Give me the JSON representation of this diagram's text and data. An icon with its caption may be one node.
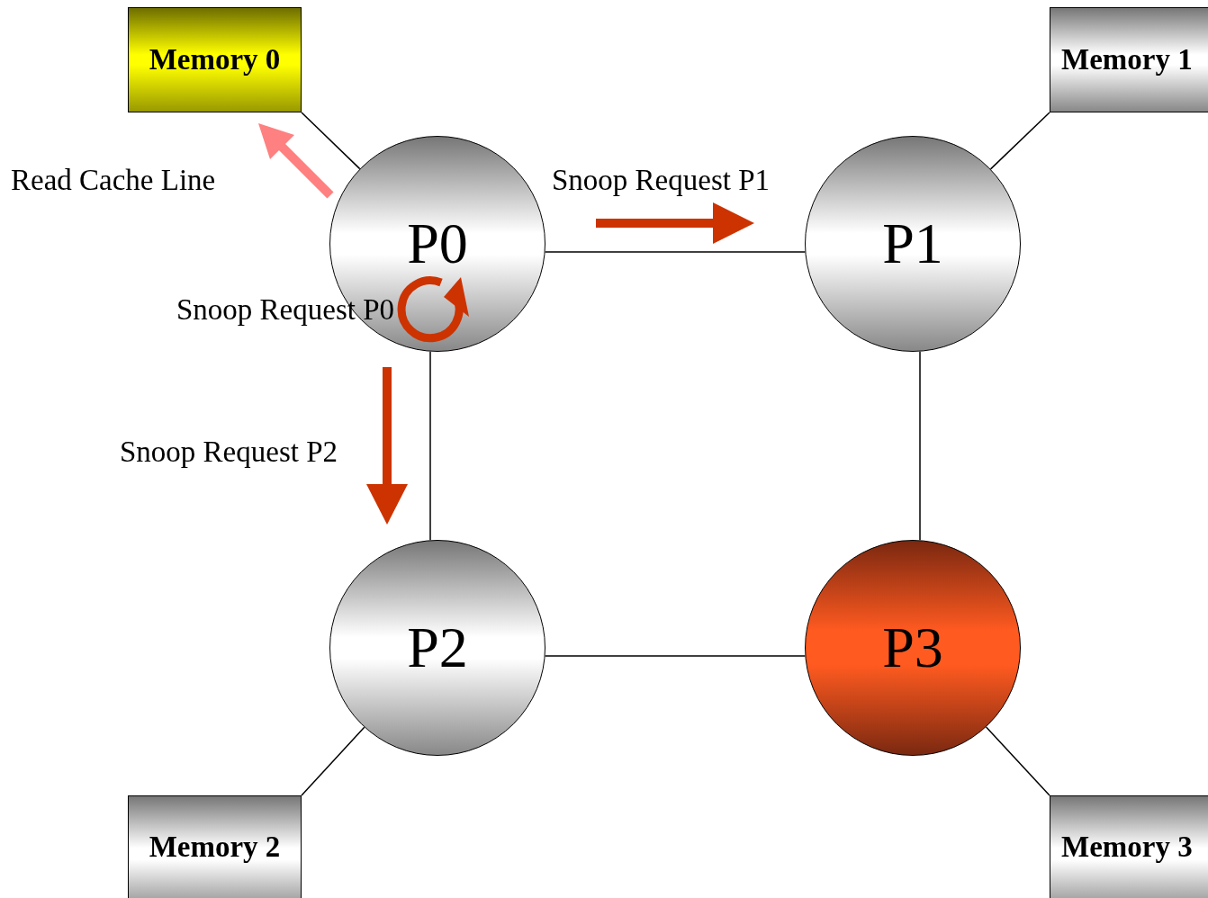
{
  "diagram": {
    "nodes": [
      {
        "text": [
          "Memory 0"
        ]
      },
      {
        "text": [
          "Memory 1"
        ]
      },
      {
        "text": [
          "P0"
        ]
      },
      {
        "text": [
          "P1"
        ]
      },
      {
        "text": [
          "P2"
        ]
      },
      {
        "text": [
          "P3"
        ]
      },
      {
        "text": [
          "Memory 2"
        ]
      },
      {
        "text": [
          "Memory 3"
        ]
      }
    ],
    "edges": [
      {
        "from": 0,
        "to": 2,
        "arrow": "none"
      },
      {
        "from": 1,
        "to": 3,
        "arrow": "none"
      },
      {
        "from": 2,
        "to": 3,
        "arrow": "none"
      },
      {
        "from": 2,
        "to": 4,
        "arrow": "none"
      },
      {
        "from": 3,
        "to": 5,
        "arrow": "none"
      },
      {
        "from": 4,
        "to": 5,
        "arrow": "none"
      },
      {
        "from": 4,
        "to": 6,
        "arrow": "none"
      },
      {
        "from": 5,
        "to": 7,
        "arrow": "none"
      }
    ],
    "labels": [
      "Read Cache Line",
      "Snoop Request P1",
      "Snoop Request P0",
      "Snoop Request P2"
    ]
  }
}
